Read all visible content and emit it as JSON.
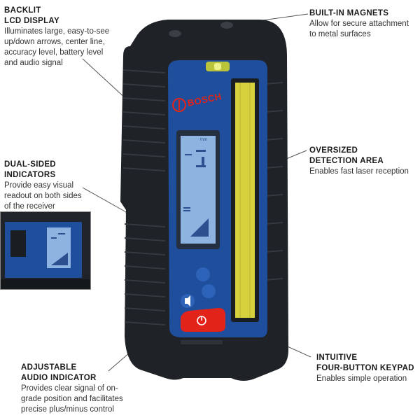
{
  "callouts": {
    "backlit": {
      "title": [
        "BACKLIT",
        "LCD DISPLAY"
      ],
      "desc": [
        "Illuminates large, easy-to-see",
        "up/down arrows, center line,",
        "accuracy level, battery level",
        "and audio signal"
      ]
    },
    "magnets": {
      "title": [
        "BUILT-IN MAGNETS"
      ],
      "desc": [
        "Allow for secure attachment",
        "to metal surfaces"
      ]
    },
    "indicators": {
      "title": [
        "DUAL-SIDED",
        "INDICATORS"
      ],
      "desc": [
        "Provide easy visual",
        "readout on both sides",
        "of the receiver"
      ]
    },
    "detection": {
      "title": [
        "OVERSIZED",
        "DETECTION AREA"
      ],
      "desc": [
        "Enables fast laser reception"
      ]
    },
    "audio": {
      "title": [
        "ADJUSTABLE",
        "AUDIO INDICATOR"
      ],
      "desc": [
        "Provides clear signal of on-",
        "grade position and facilitates",
        "precise plus/minus control"
      ]
    },
    "keypad": {
      "title": [
        "INTUITIVE",
        "FOUR-BUTTON KEYPAD"
      ],
      "desc": [
        "Enables simple operation"
      ]
    }
  },
  "device": {
    "brand": "BOSCH",
    "lcd_text": "mm"
  },
  "colors": {
    "housing": "#1f2226",
    "faceplate": "#1f4e9c",
    "detection": "#d6d13c",
    "lcd": "#8fb3e0",
    "power": "#e2231a"
  }
}
